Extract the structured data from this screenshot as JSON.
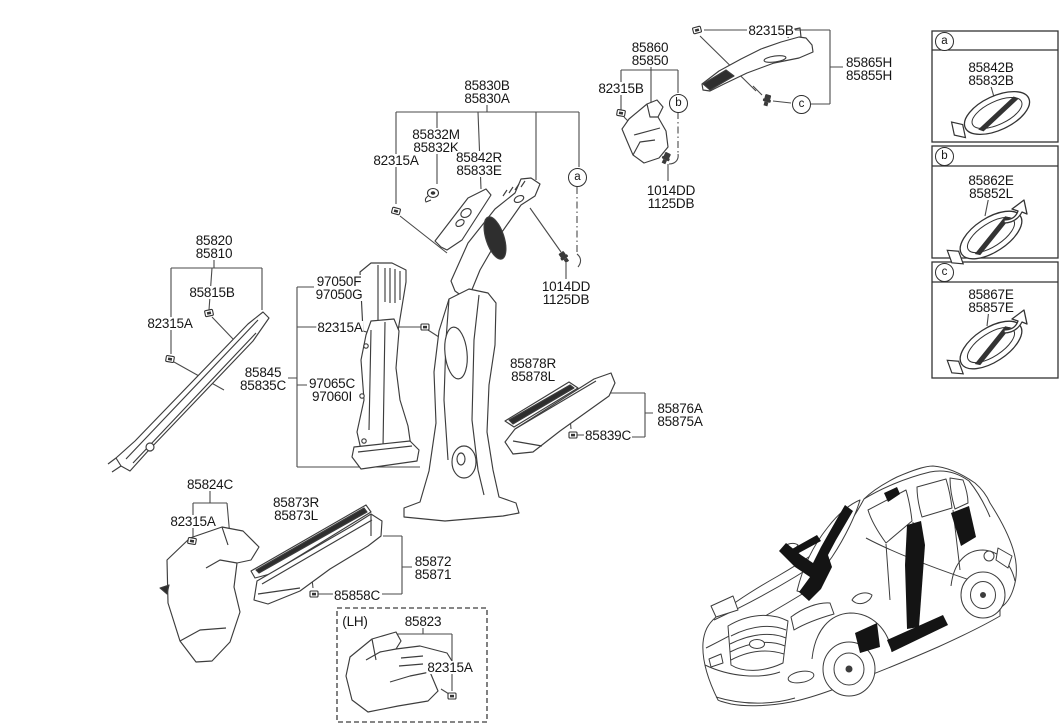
{
  "diagram_title": "Interior side trim parts diagram",
  "colors": {
    "line": "#3d3d3d",
    "dark_fill": "#2e2e2e",
    "text": "#161616",
    "background": "#ffffff"
  },
  "labels": [
    {
      "id": "pillar-upper-assy",
      "text": "85830B\n85830A"
    },
    {
      "id": "pillar-clip-85832",
      "text": "85832M\n85832K"
    },
    {
      "id": "pillar-trim-85842",
      "text": "85842R\n85833E"
    },
    {
      "id": "clip-82315A-top",
      "text": "82315A"
    },
    {
      "id": "clip-82315B-top",
      "text": "82315B"
    },
    {
      "id": "trim-85860",
      "text": "85860\n85850"
    },
    {
      "id": "trim-85865H",
      "text": "85865H\n85855H"
    },
    {
      "id": "clip-82315B-b",
      "text": "82315B"
    },
    {
      "id": "screw-1014DD-b",
      "text": "1014DD\n1125DB"
    },
    {
      "id": "screw-1014DD-a",
      "text": "1014DD\n1125DB"
    },
    {
      "id": "apillar-assy-85820",
      "text": "85820\n85810"
    },
    {
      "id": "clip-85815B",
      "text": "85815B"
    },
    {
      "id": "clip-82315A-apillar",
      "text": "82315A"
    },
    {
      "id": "duct-97050F",
      "text": "97050F\n97050G"
    },
    {
      "id": "clip-82315A-duct",
      "text": "82315A"
    },
    {
      "id": "trim-85845",
      "text": "85845\n85835C"
    },
    {
      "id": "duct-97065C",
      "text": "97065C\n97060I"
    },
    {
      "id": "insert-85878",
      "text": "85878R\n85878L"
    },
    {
      "id": "scuff-rear-85876A",
      "text": "85876A\n85875A"
    },
    {
      "id": "clip-85839C",
      "text": "85839C"
    },
    {
      "id": "cowl-trim-85824C",
      "text": "85824C"
    },
    {
      "id": "clip-82315A-cowl",
      "text": "82315A"
    },
    {
      "id": "insert-85873",
      "text": "85873R\n85873L"
    },
    {
      "id": "scuff-front-85872",
      "text": "85872\n85871"
    },
    {
      "id": "clip-85858C",
      "text": "85858C"
    }
  ],
  "callouts": {
    "a": "a",
    "b": "b",
    "c": "c"
  },
  "lh_box": {
    "tag": "(LH)",
    "part": "85823",
    "clip": "82315A"
  },
  "legend": {
    "sections": [
      {
        "letter": "a",
        "part": "85842B\n85832B"
      },
      {
        "letter": "b",
        "part": "85862E\n85852L"
      },
      {
        "letter": "c",
        "part": "85867E\n85857E"
      }
    ]
  }
}
